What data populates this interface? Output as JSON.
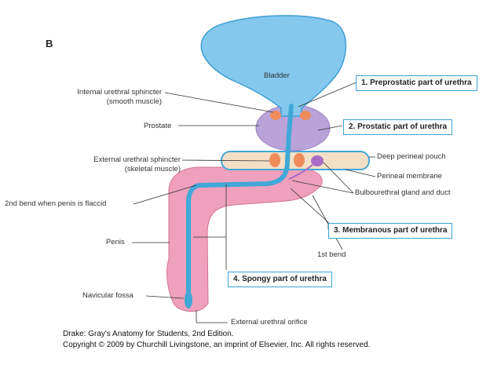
{
  "panel_letter": "B",
  "labels": {
    "bladder": "Bladder",
    "internal_sphincter_1": "Internal urethral sphincter",
    "internal_sphincter_2": "(smooth muscle)",
    "prostate": "Prostate",
    "external_sphincter_1": "External urethral sphincter",
    "external_sphincter_2": "(skeletal muscle)",
    "second_bend": "2nd bend when penis is flaccid",
    "penis": "Penis",
    "navicular_fossa": "Navicular fossa",
    "deep_perineal_pouch": "Deep perineal pouch",
    "perineal_membrane": "Perineal membrane",
    "bulbourethral": "Bulbourethral gland and duct",
    "first_bend": "1st bend",
    "external_orifice": "External urethral orifice"
  },
  "parts": [
    "1. Preprostatic part of urethra",
    "2. Prostatic part of urethra",
    "3. Membranous part of urethra",
    "4. Spongy part of urethra"
  ],
  "credit": {
    "line1": "Drake: Gray's Anatomy for Students, 2nd Edition.",
    "line2": "Copyright © 2009 by Churchill Livingstone, an imprint of Elsevier, Inc. All rights reserved."
  },
  "colors": {
    "bladder": "#84c8ee",
    "prostate": "#b9a3d8",
    "penis": "#eea0bc",
    "sphincter": "#f08c5c",
    "membrane": "#f3dfc6",
    "box_border": "#3aa5d8"
  }
}
